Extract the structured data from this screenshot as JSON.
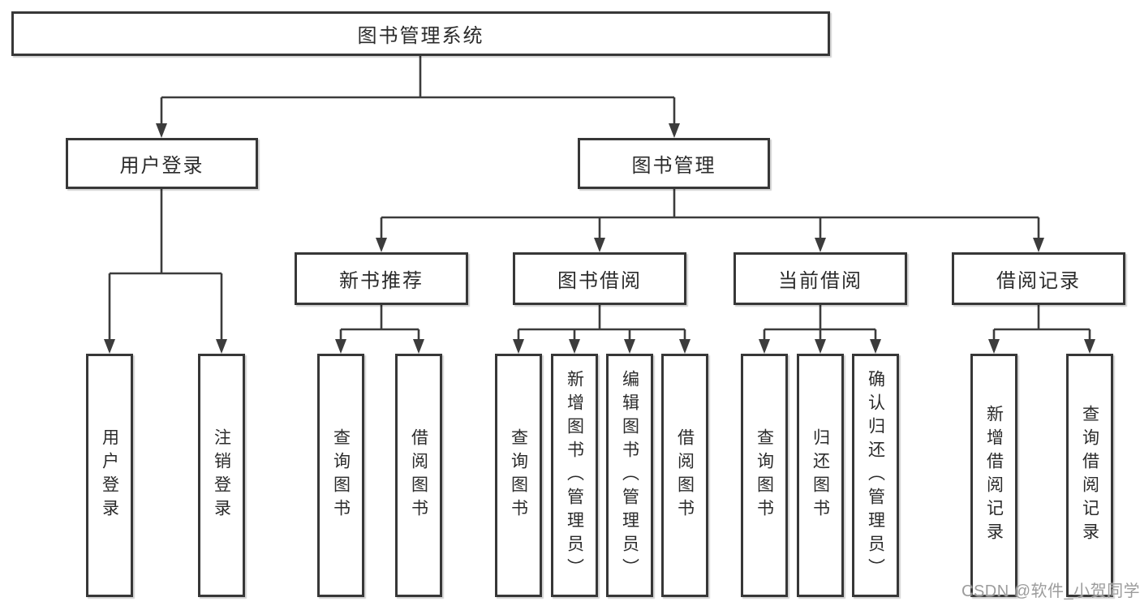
{
  "diagram": {
    "root_label": "图书管理系统",
    "level2": [
      {
        "label": "用户登录"
      },
      {
        "label": "图书管理"
      }
    ],
    "level3": [
      {
        "label": "新书推荐"
      },
      {
        "label": "图书借阅"
      },
      {
        "label": "当前借阅"
      },
      {
        "label": "借阅记录"
      }
    ],
    "login_children": [
      "用户登录",
      "注销登录"
    ],
    "recommend_children": [
      "查询图书",
      "借阅图书"
    ],
    "borrow_children": [
      "查询图书",
      "新增图书（管理员）",
      "编辑图书（管理员）",
      "借阅图书"
    ],
    "current_children": [
      "查询图书",
      "归还图书",
      "确认归还（管理员）"
    ],
    "records_children": [
      "新增借阅记录",
      "查询借阅记录"
    ]
  },
  "watermark_text": "CSDN @软件_小贺同学"
}
